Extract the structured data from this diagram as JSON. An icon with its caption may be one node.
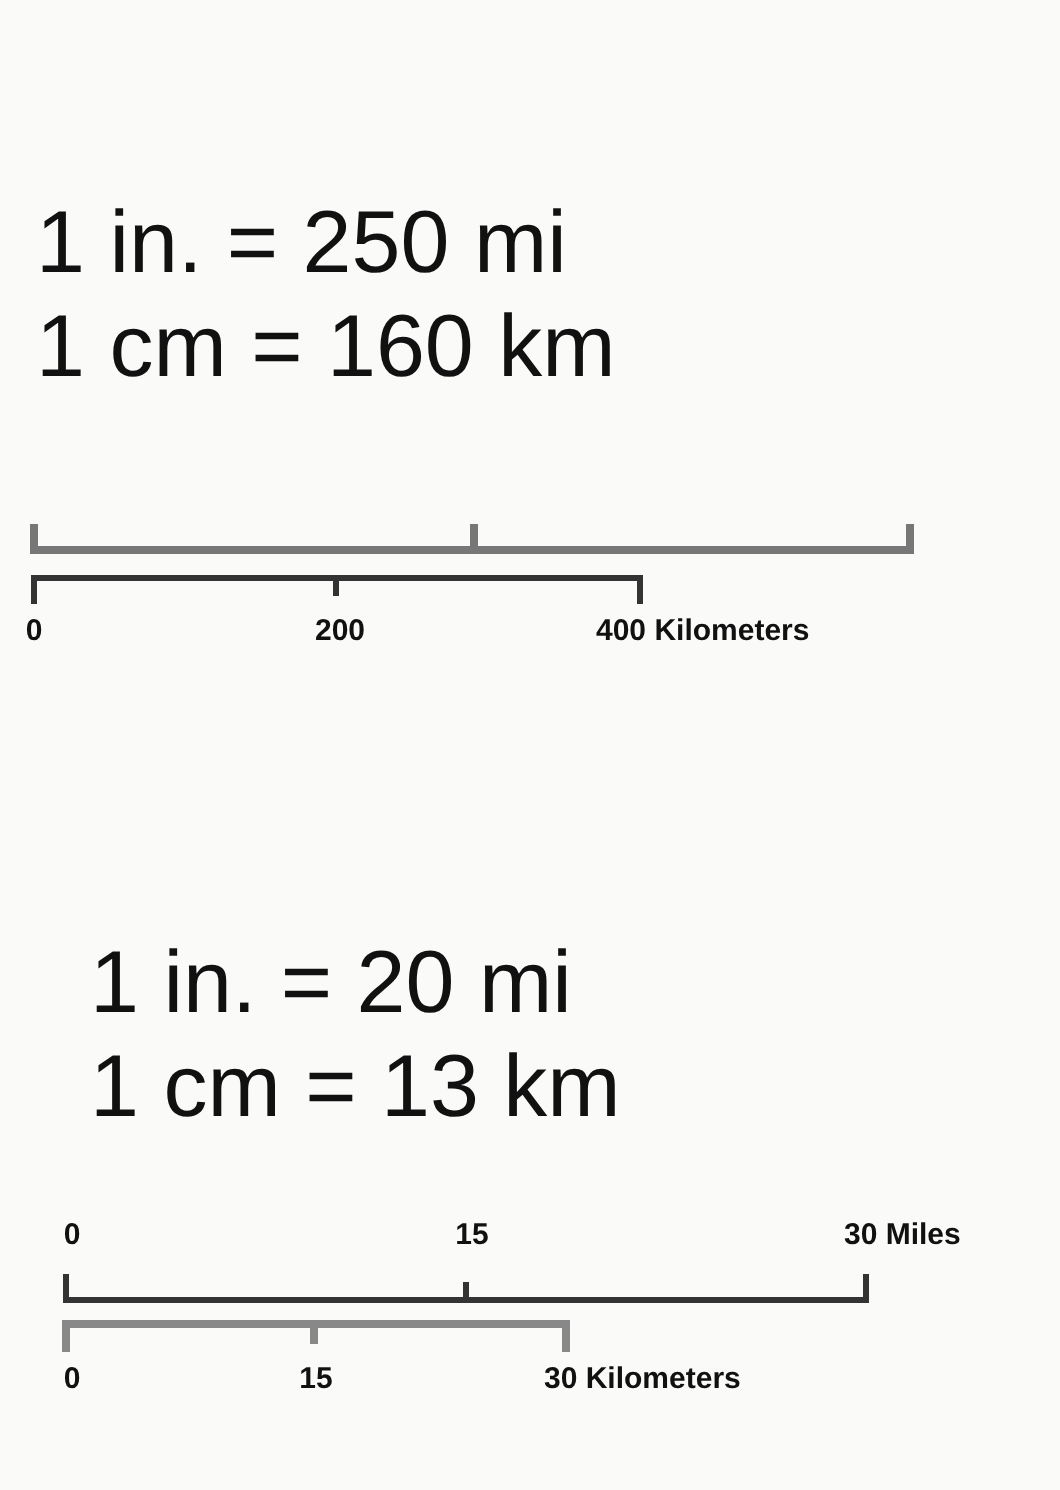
{
  "diagram": {
    "labels": [
      "1 in. = 250 mi",
      "1 cm = 160 km",
      "0",
      "200",
      "400 Kilometers",
      "1 in. = 20 mi",
      "1 cm = 13 km",
      "0",
      "15",
      "30 Miles",
      "0",
      "15",
      "30 Kilometers"
    ]
  }
}
